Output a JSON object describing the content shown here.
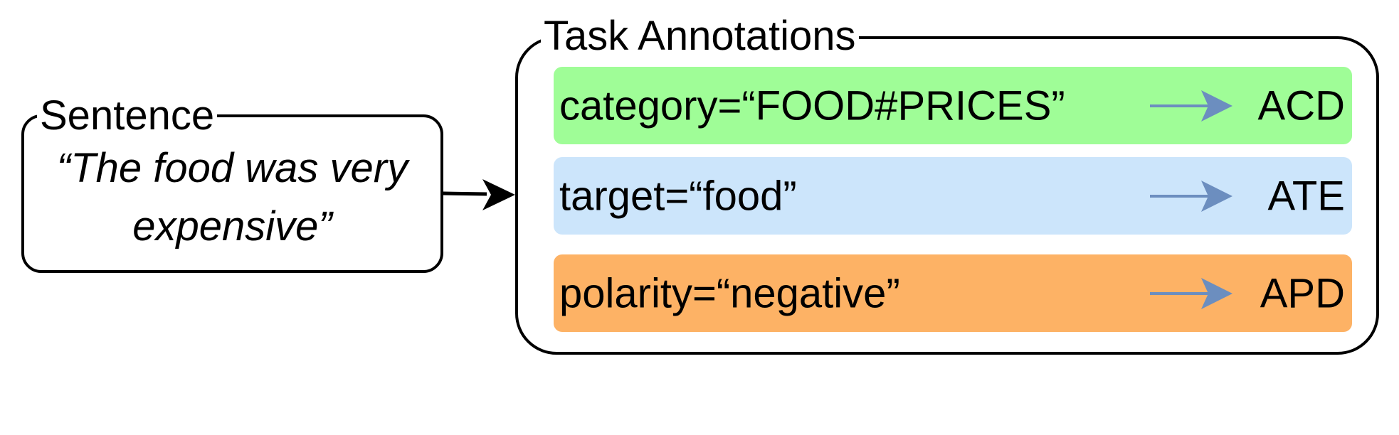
{
  "sentence": {
    "title": "Sentence",
    "line1": "“The food was very",
    "line2": "expensive”"
  },
  "task_annotations": {
    "title": "Task Annotations",
    "rows": [
      {
        "annotation": "category=“FOOD#PRICES”",
        "task": "ACD",
        "color": "#9ffd97"
      },
      {
        "annotation": "target=“food”",
        "task": "ATE",
        "color": "#cce5fb"
      },
      {
        "annotation": "polarity=“negative”",
        "task": "APD",
        "color": "#fdb265"
      }
    ]
  },
  "colors": {
    "row_arrow": "#6c8ebf",
    "outline": "#000000"
  }
}
